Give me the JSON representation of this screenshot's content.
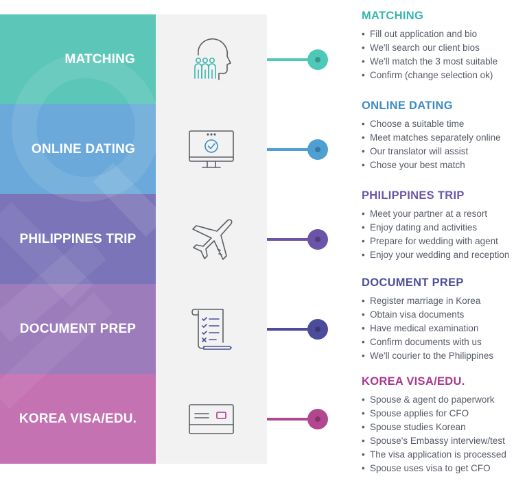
{
  "colors": {
    "matching": "#5cc6b8",
    "online_dating": "#6aa9da",
    "philippines_trip": "#7b74b8",
    "document_prep": "#9d7cbc",
    "korea_visa": "#c472b2",
    "title_matching": "#3ab5ae",
    "title_online_dating": "#3d8cc6",
    "title_philippines_trip": "#6a57a8",
    "title_document_prep": "#4b4f98",
    "title_korea_visa": "#a8388e",
    "dot_matching": "#4ec8b7",
    "dot_online_dating": "#4f9fd3",
    "dot_philippines_trip": "#6b54a8",
    "dot_document_prep": "#4b4d9a",
    "dot_korea_visa": "#b2468f",
    "icon_gray": "#5a5f66"
  },
  "steps": [
    {
      "label": "MATCHING",
      "icon": "head-with-people-icon",
      "title": "MATCHING",
      "items": [
        "Fill out application and bio",
        "We'll search our client bios",
        "We'll match the 3 most suitable",
        "Confirm (change selection ok)"
      ]
    },
    {
      "label": "ONLINE DATING",
      "icon": "monitor-check-icon",
      "title": "ONLINE DATING",
      "items": [
        "Choose a suitable time",
        "Meet matches separately online",
        "Our translator will assist",
        "Chose your best match"
      ]
    },
    {
      "label": "PHILIPPINES TRIP",
      "icon": "airplane-icon",
      "title": "PHILIPPINES TRIP",
      "items": [
        "Meet your partner at a resort",
        "Enjoy dating and activities",
        "Prepare for wedding with agent",
        "Enjoy your wedding and reception"
      ]
    },
    {
      "label": "DOCUMENT PREP",
      "icon": "checklist-document-icon",
      "title": "DOCUMENT PREP",
      "items": [
        "Register marriage in Korea",
        "Obtain visa documents",
        "Have medical examination",
        "Confirm documents with us",
        "We'll courier to the Philippines"
      ]
    },
    {
      "label": "KOREA VISA/EDU.",
      "icon": "id-card-icon",
      "title": "KOREA VISA/EDU.",
      "items": [
        "Spouse & agent do paperwork",
        "Spouse applies for CFO",
        "Spouse studies Korean",
        "Spouse's Embassy interview/test",
        "The visa application is processed",
        "Spouse uses visa to get CFO"
      ]
    }
  ]
}
